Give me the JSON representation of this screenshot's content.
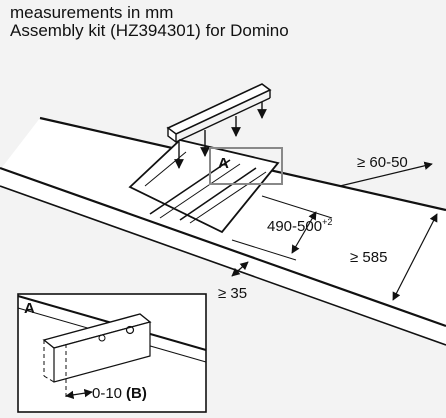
{
  "header": {
    "line1": "measurements in mm",
    "line2": "Assembly kit (HZ394301) for Domino"
  },
  "labels": {
    "detail_marker": "A",
    "detail_inset_letter": "A",
    "dim_side_margin": "≥ 60-50",
    "dim_depth_main": "490-500",
    "dim_depth_main_sup": "+2",
    "dim_depth_total": "≥ 585",
    "dim_front_margin": "≥ 35",
    "dim_offset": "0-10",
    "dim_offset_ref": "(B)"
  },
  "colors": {
    "background": "#f3f3f3",
    "worktop": "#ffffff",
    "line": "#111111",
    "detail_box": "#888888"
  }
}
